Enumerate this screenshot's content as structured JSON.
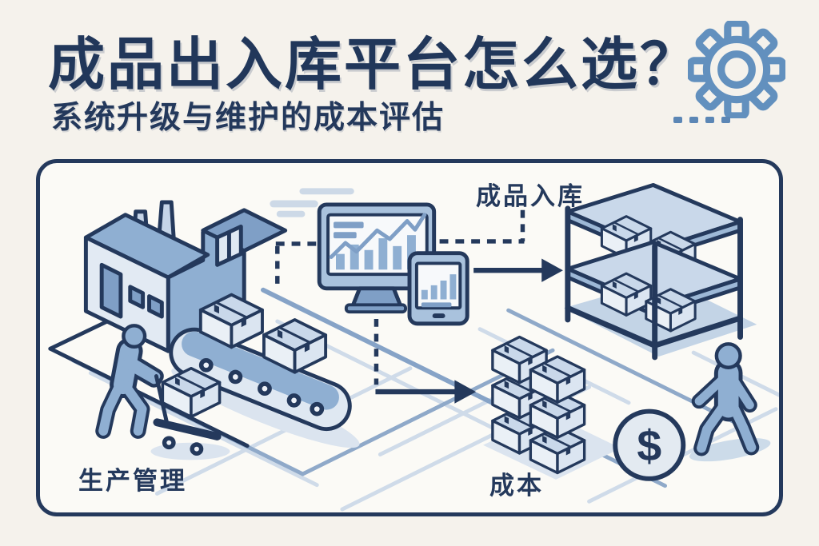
{
  "header": {
    "title": "成品出入库平台怎么选？",
    "subtitle": "系统升级与维护的成本评估"
  },
  "diagram": {
    "label_inbound": "成品入库",
    "label_production": "生产管理",
    "label_cost": "成本",
    "coin_symbol": "$"
  },
  "icons": {
    "gear": "gear-icon",
    "dollar_coin": "dollar-coin-icon",
    "arrow_right": "arrow-right-icon"
  },
  "colors": {
    "navy": "#24395c",
    "title_navy": "#21375a",
    "mid_blue": "#8fafd2",
    "steel_blue": "#7f9fc6",
    "pale_blue": "#dfe8f2",
    "gear_blue": "#6290be",
    "grid_light": "#cfdbe9",
    "grid_medium": "#8fa9c9",
    "background": "#f5f2ec",
    "panel_background": "#fbfaf6"
  }
}
